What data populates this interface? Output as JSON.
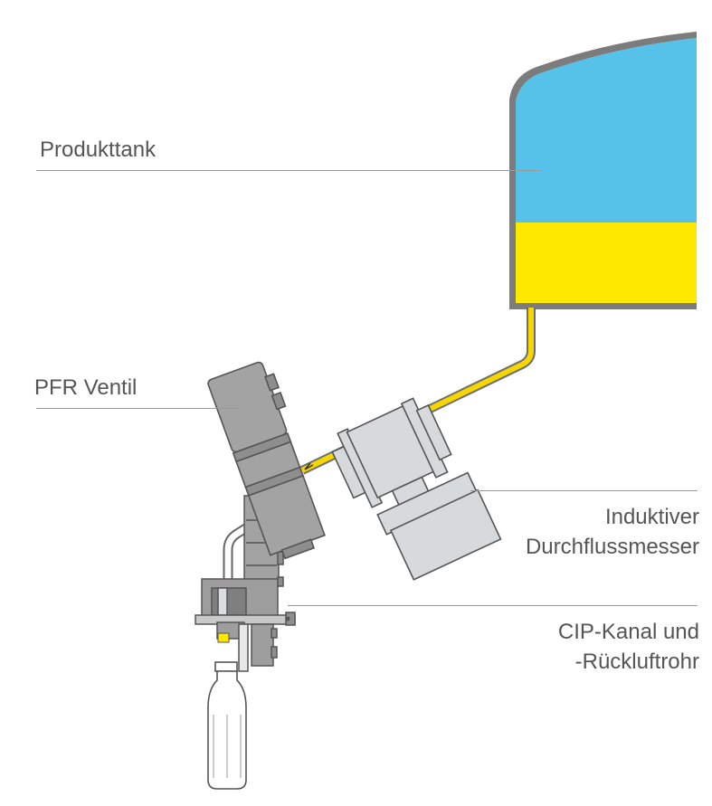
{
  "labels": {
    "tank": "Produkttank",
    "valve": "PFR Ventil",
    "meter_line1": "Induktiver",
    "meter_line2": "Durchflussmesser",
    "cip_line1": "CIP-Kanal und",
    "cip_line2": "-Rückluftrohr"
  },
  "colors": {
    "tank_gas": "#56C2EA",
    "tank_product": "#FFE800",
    "tank_wall": "#7C7C7C",
    "product_pipe": "#F5D600",
    "valve_body": "#A3A3A3",
    "meter_body": "#D6DADC",
    "leader_line": "#9A9A9A",
    "label_text": "#555555"
  },
  "tank": {
    "product_fill_fraction": 0.4
  }
}
